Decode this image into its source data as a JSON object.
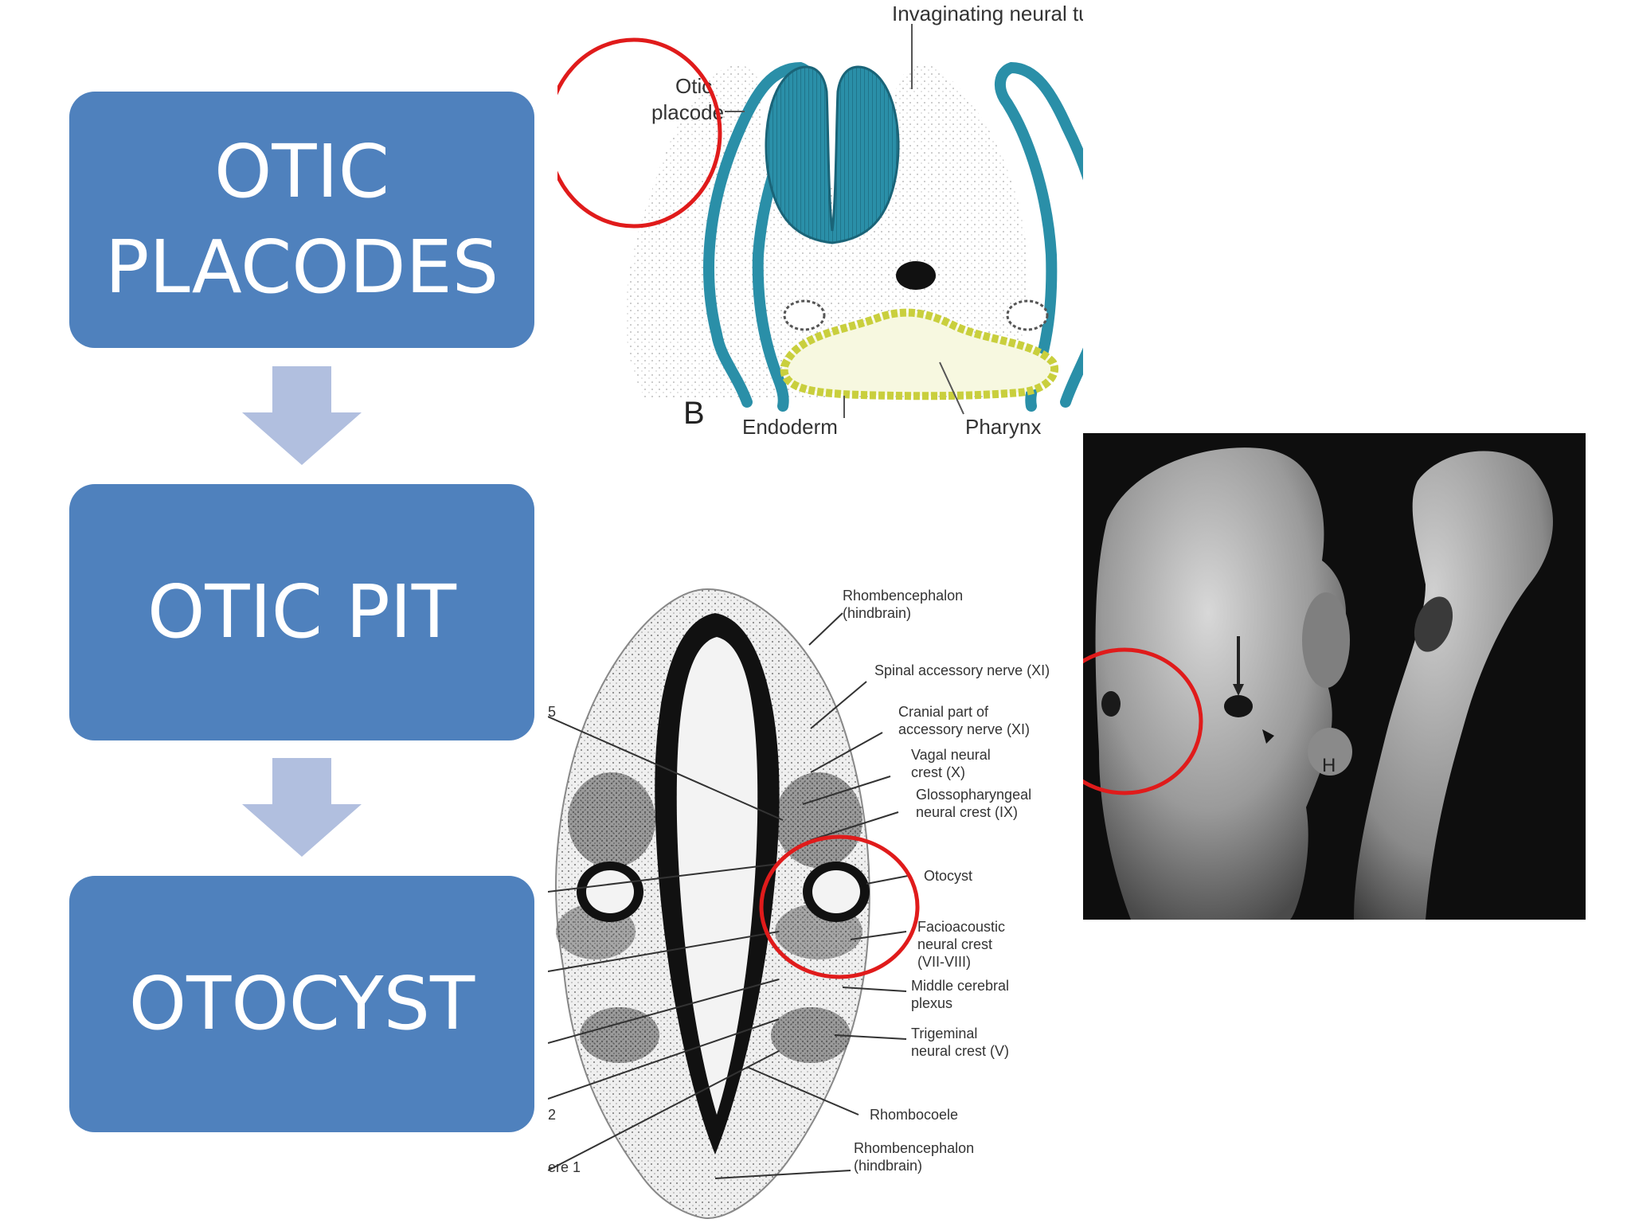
{
  "flowchart": {
    "steps": [
      {
        "label": "OTIC\nPLACODES"
      },
      {
        "label": "OTIC PIT"
      },
      {
        "label": "OTOCYST"
      }
    ]
  },
  "diagram_b": {
    "panel_letter": "B",
    "labels": {
      "neural_tube": "Invaginating neural tube",
      "otic_line1": "Otic",
      "otic_line2": "placode",
      "endoderm": "Endoderm",
      "pharynx": "Pharynx"
    }
  },
  "diagram_section": {
    "labels": [
      {
        "lines": [
          "Rhombencephalon",
          "(hindbrain)"
        ]
      },
      {
        "lines": [
          "Spinal accessory nerve (XI)"
        ]
      },
      {
        "lines": [
          "Cranial part of",
          "accessory nerve (XI)"
        ]
      },
      {
        "lines": [
          "Vagal neural",
          "crest (X)"
        ]
      },
      {
        "lines": [
          "Glossopharyngeal",
          "neural crest (IX)"
        ]
      },
      {
        "lines": [
          "Otocyst"
        ]
      },
      {
        "lines": [
          "Facioacoustic",
          "neural crest",
          "(VII-VIII)"
        ]
      },
      {
        "lines": [
          "Middle cerebral",
          "plexus"
        ]
      },
      {
        "lines": [
          "Trigeminal",
          "neural crest (V)"
        ]
      },
      {
        "lines": [
          "Rhombocoele"
        ]
      },
      {
        "lines": [
          "Rhombencephalon",
          "(hindbrain)"
        ]
      }
    ],
    "cut_left_labels": [
      "5",
      "2",
      "ere 1"
    ]
  },
  "photo_sem": {
    "marker_label": "H"
  },
  "colors": {
    "box": "#4f81bd",
    "arrow": "#b1bfdf",
    "highlight_circle": "#e01b1b",
    "neural_tube": "#2a8fa8",
    "endoderm": "#c9cf3d"
  }
}
